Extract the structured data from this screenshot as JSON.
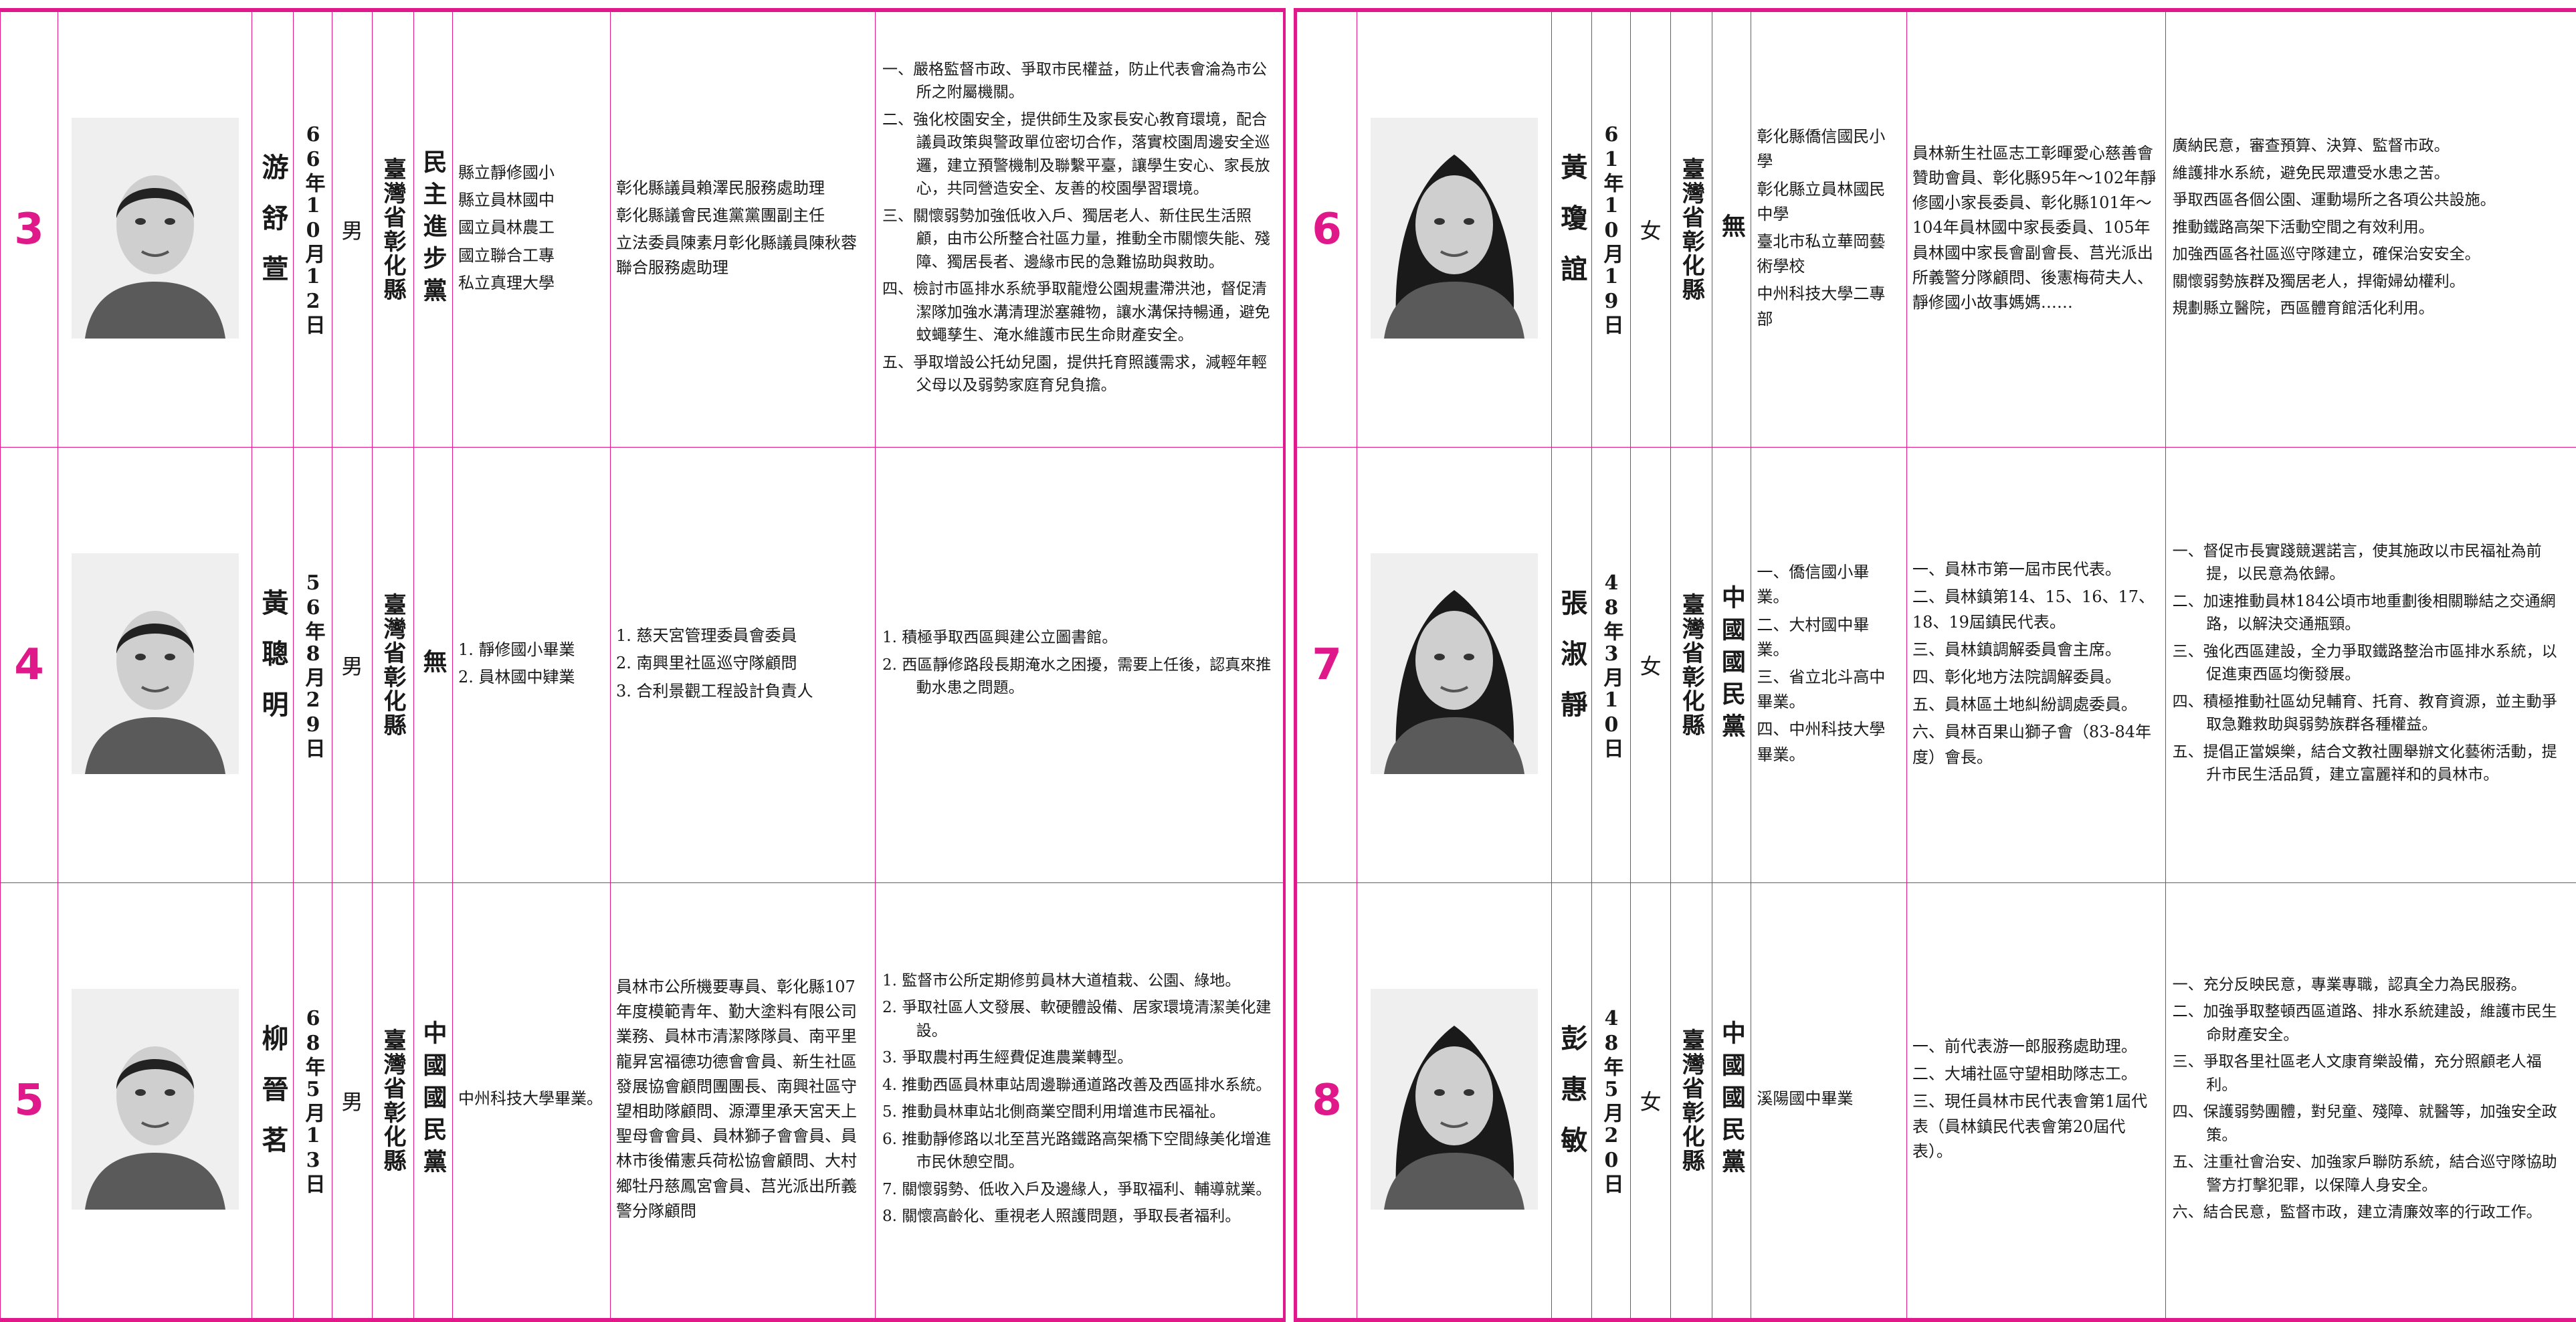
{
  "left": [
    {
      "number": "3",
      "name": "游舒萱",
      "birth": "66年10月12日",
      "sex": "男",
      "county": "臺灣省彰化縣",
      "party": "民主進步黨",
      "education": [
        "縣立靜修國小",
        "縣立員林國中",
        "國立員林農工",
        "國立聯合工專",
        "私立真理大學"
      ],
      "experience": [
        "彰化縣議員賴澤民服務處助理",
        "彰化縣議會民進黨黨團副主任",
        "立法委員陳素月彰化縣議員陳秋蓉聯合服務處助理"
      ],
      "platform": [
        "一、嚴格監督市政、爭取市民權益，防止代表會淪為市公所之附屬機關。",
        "二、強化校園安全，提供師生及家長安心教育環境，配合議員政策與警政單位密切合作，落實校園周邊安全巡邏，建立預警機制及聯繫平臺，讓學生安心、家長放心，共同營造安全、友善的校園學習環境。",
        "三、關懷弱勢加強低收入戶、獨居老人、新住民生活照顧，由市公所整合社區力量，推動全市關懷失能、殘障、獨居長者、邊緣市民的急難協助與救助。",
        "四、檢討市區排水系統爭取龍燈公園規畫滯洪池，督促清潔隊加強水溝清理淤塞雜物，讓水溝保持暢通，避免蚊蠅孳生、淹水維護市民生命財產安全。",
        "五、爭取增設公托幼兒園，提供托育照護需求，減輕年輕父母以及弱勢家庭育兒負擔。"
      ]
    },
    {
      "number": "4",
      "name": "黃聰明",
      "birth": "56年8月29日",
      "sex": "男",
      "county": "臺灣省彰化縣",
      "party": "無",
      "education": [
        "1. 靜修國小畢業",
        "2. 員林國中肄業"
      ],
      "experience": [
        "1. 慈天宮管理委員會委員",
        "2. 南興里社區巡守隊顧問",
        "3. 合利景觀工程設計負責人"
      ],
      "platform": [
        "1. 積極爭取西區興建公立圖書館。",
        "2. 西區靜修路段長期淹水之困擾，需要上任後，認真來推動水患之問題。"
      ]
    },
    {
      "number": "5",
      "name": "柳晉茗",
      "birth": "68年5月13日",
      "sex": "男",
      "county": "臺灣省彰化縣",
      "party": "中國國民黨",
      "education": [
        "中州科技大學畢業。"
      ],
      "experience": [
        "員林市公所機要專員、彰化縣107年度模範青年、勤大塗料有限公司業務、員林市清潔隊隊員、南平里龍昇宮福德功德會會員、新生社區發展協會顧問團團長、南興社區守望相助隊顧問、源潭里承天宮天上聖母會會員、員林獅子會會員、員林市後備憲兵荷松協會顧問、大村鄉牡丹慈鳳宮會員、莒光派出所義警分隊顧問"
      ],
      "platform": [
        "1. 監督市公所定期修剪員林大道植栽、公園、綠地。",
        "2. 爭取社區人文發展、軟硬體設備、居家環境清潔美化建設。",
        "3. 爭取農村再生經費促進農業轉型。",
        "4. 推動西區員林車站周邊聯通道路改善及西區排水系統。",
        "5. 推動員林車站北側商業空間利用增進市民福祉。",
        "6. 推動靜修路以北至莒光路鐵路高架橋下空間綠美化增進市民休憩空間。",
        "7. 關懷弱勢、低收入戶及邊緣人，爭取福利、輔導就業。",
        "8. 關懷高齡化、重視老人照護問題，爭取長者福利。"
      ]
    }
  ],
  "right": [
    {
      "number": "6",
      "name": "黃瓊誼",
      "birth": "61年10月19日",
      "sex": "女",
      "county": "臺灣省彰化縣",
      "party": "無",
      "education": [
        "彰化縣僑信國民小學",
        "彰化縣立員林國民中學",
        "臺北市私立華岡藝術學校",
        "中州科技大學二專部"
      ],
      "experience": [
        "員林新生社區志工彰暉愛心慈善會贊助會員、彰化縣95年～102年靜修國小家長委員、彰化縣101年～104年員林國中家長委員、105年員林國中家長會副會長、莒光派出所義警分隊顧問、後憲梅荷夫人、靜修國小故事媽媽……"
      ],
      "platform": [
        "廣納民意，審查預算、決算、監督市政。",
        "維護排水系統，避免民眾遭受水患之苦。",
        "爭取西區各個公園、運動場所之各項公共設施。",
        "推動鐵路高架下活動空間之有效利用。",
        "加強西區各社區巡守隊建立，確保治安安全。",
        "關懷弱勢族群及獨居老人，捍衛婦幼權利。",
        "規劃縣立醫院，西區體育館活化利用。"
      ]
    },
    {
      "number": "7",
      "name": "張淑靜",
      "birth": "48年3月10日",
      "sex": "女",
      "county": "臺灣省彰化縣",
      "party": "中國國民黨",
      "education": [
        "一、僑信國小畢業。",
        "二、大村國中畢業。",
        "三、省立北斗高中畢業。",
        "四、中州科技大學畢業。"
      ],
      "experience": [
        "一、員林市第一屆市民代表。",
        "二、員林鎮第14、15、16、17、18、19屆鎮民代表。",
        "三、員林鎮調解委員會主席。",
        "四、彰化地方法院調解委員。",
        "五、員林區土地糾紛調處委員。",
        "六、員林百果山獅子會（83-84年度）會長。"
      ],
      "platform": [
        "一、督促市長實踐競選諾言，使其施政以市民福祉為前提，以民意為依歸。",
        "二、加速推動員林184公頃市地重劃後相關聯結之交通網路，以解決交通瓶頸。",
        "三、強化西區建設，全力爭取鐵路整治市區排水系統，以促進東西區均衡發展。",
        "四、積極推動社區幼兒輔育、托育、教育資源，並主動爭取急難救助與弱勢族群各種權益。",
        "五、提倡正當娛樂，結合文教社團舉辦文化藝術活動，提升市民生活品質，建立富麗祥和的員林市。"
      ]
    },
    {
      "number": "8",
      "name": "彭惠敏",
      "birth": "48年5月20日",
      "sex": "女",
      "county": "臺灣省彰化縣",
      "party": "中國國民黨",
      "education": [
        "溪陽國中畢業"
      ],
      "experience": [
        "一、前代表游一郎服務處助理。",
        "二、大埔社區守望相助隊志工。",
        "三、現任員林市民代表會第1屆代表（員林鎮民代表會第20屆代表）。"
      ],
      "platform": [
        "一、充分反映民意，專業專職，認真全力為民服務。",
        "二、加強爭取整頓西區道路、排水系統建設，維護市民生命財產安全。",
        "三、爭取各里社區老人文康育樂設備，充分照顧老人福利。",
        "四、保護弱勢團體，對兒童、殘障、就醫等，加強安全政策。",
        "五、注重社會治安、加強家戶聯防系統，結合巡守隊協助警方打擊犯罪，以保障人身安全。",
        "六、結合民意，監督市政，建立清廉效率的行政工作。"
      ]
    }
  ]
}
